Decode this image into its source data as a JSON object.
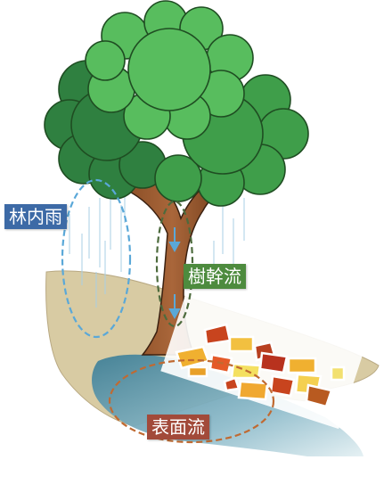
{
  "labels": {
    "throughfall": "林内雨",
    "stemflow": "樹幹流",
    "surface_flow": "表面流"
  },
  "colors": {
    "throughfall_label_bg": "#3d6aa6",
    "stemflow_label_bg": "#4d8b3e",
    "surface_flow_label_bg": "#a24a3a",
    "throughfall_outline": "#5aa8d8",
    "stemflow_outline": "#4d6b3d",
    "surface_flow_outline": "#c06a32",
    "canopy_light": "#57be5c",
    "canopy_dark": "#2f8040",
    "trunk": "#9b5a2e",
    "ground": "#d9cba4",
    "water": "#6fa4b6"
  }
}
